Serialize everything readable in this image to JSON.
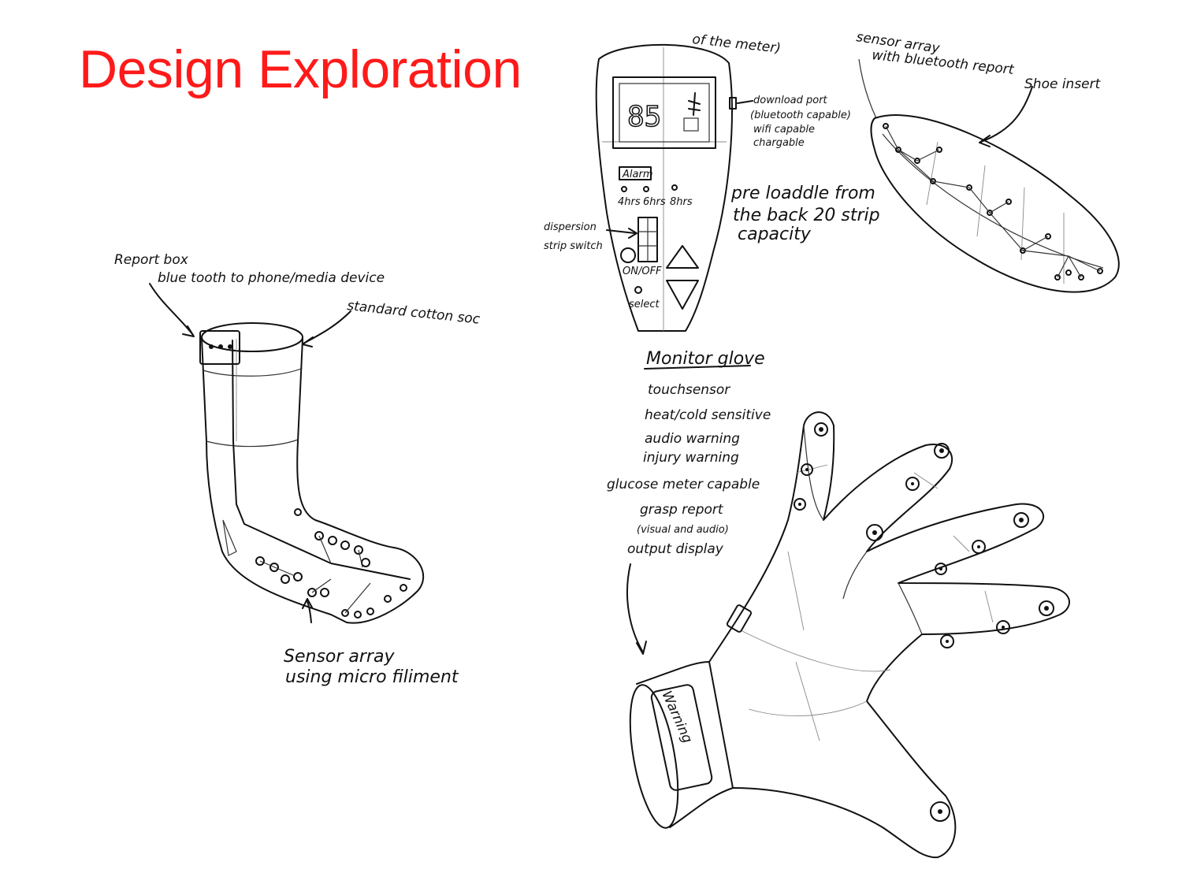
{
  "slide": {
    "title": "Design Exploration",
    "title_color": "#ff1a1a"
  },
  "sock": {
    "report_box": "Report box",
    "bluetooth_note": "blue tooth to phone/media device",
    "cotton_note": "standard cotton soc",
    "sensor_note_1": "Sensor array",
    "sensor_note_2": "using micro filiment"
  },
  "meter": {
    "top_note": "of the meter)",
    "display_value": "85",
    "download_1": "download port",
    "download_2": "(bluetooth capable)",
    "download_3": "wifi capable",
    "download_4": "chargable",
    "alarm_label": "Alarm",
    "alarm_times": [
      "4hrs",
      "6hrs",
      "8hrs"
    ],
    "preload_1": "pre loaddle from",
    "preload_2": "the back 20 strip",
    "preload_3": "capacity",
    "dispersion_1": "dispersion",
    "dispersion_2": "strip switch",
    "onoff_label": "ON/OFF",
    "select_label": "select"
  },
  "insert": {
    "sensor_note_1": "sensor array",
    "sensor_note_2": "with bluetooth report",
    "shoe_note": "Shoe insert"
  },
  "glove": {
    "heading": "Monitor glove",
    "features": [
      "touchsensor",
      "heat/cold sensitive",
      "audio warning",
      "injury warning",
      "glucose meter capable",
      "grasp report",
      "(visual and audio)",
      "output display"
    ],
    "warning_label": "Warning"
  }
}
